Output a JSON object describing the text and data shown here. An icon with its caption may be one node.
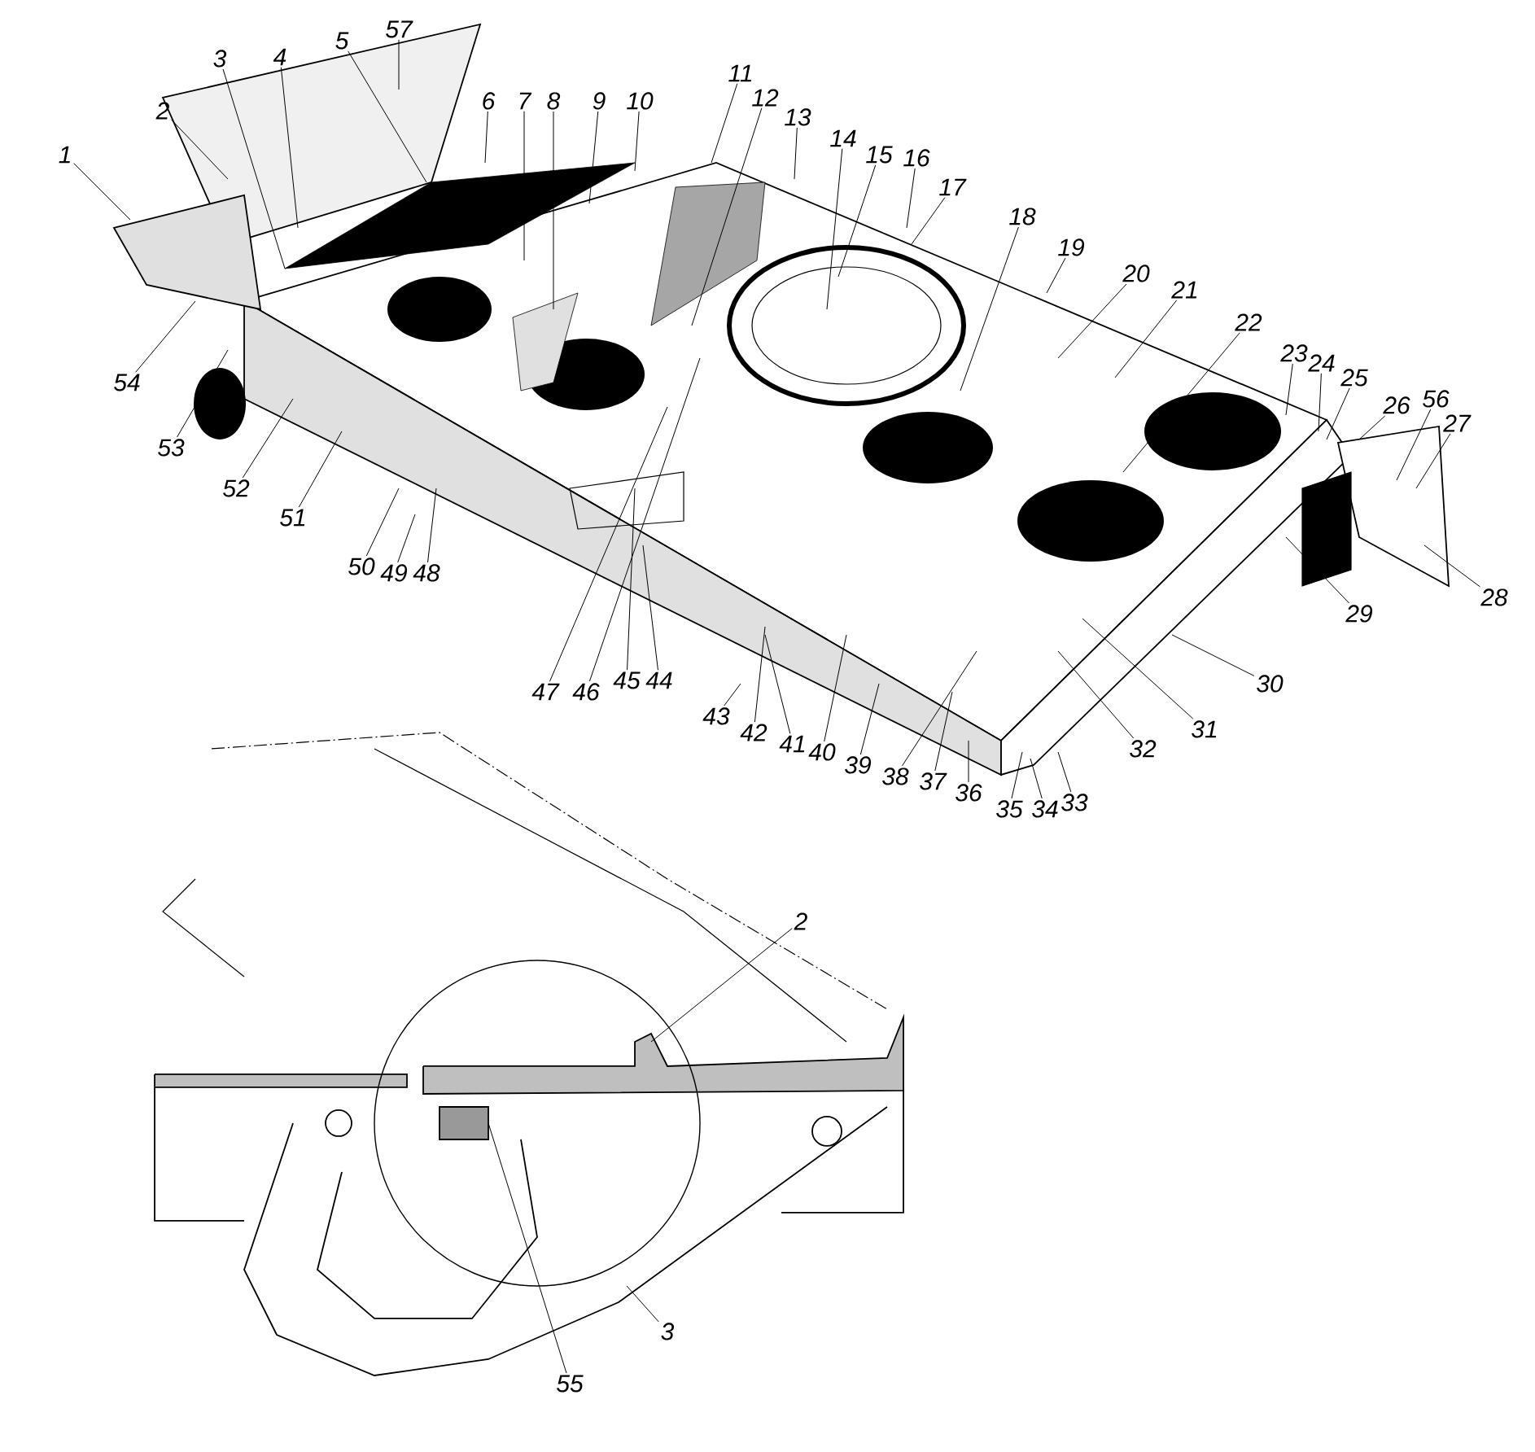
{
  "diagram": {
    "nodes": [
      {
        "text": [
          "1"
        ]
      },
      {
        "text": [
          "2"
        ]
      },
      {
        "text": [
          "3"
        ]
      },
      {
        "text": [
          "4"
        ]
      },
      {
        "text": [
          "5"
        ]
      },
      {
        "text": [
          "57"
        ]
      },
      {
        "text": [
          "6"
        ]
      },
      {
        "text": [
          "7"
        ]
      },
      {
        "text": [
          "8"
        ]
      },
      {
        "text": [
          "9"
        ]
      },
      {
        "text": [
          "10"
        ]
      },
      {
        "text": [
          "11"
        ]
      },
      {
        "text": [
          "12"
        ]
      },
      {
        "text": [
          "13"
        ]
      },
      {
        "text": [
          "14"
        ]
      },
      {
        "text": [
          "15"
        ]
      },
      {
        "text": [
          "16"
        ]
      },
      {
        "text": [
          "17"
        ]
      },
      {
        "text": [
          "18"
        ]
      },
      {
        "text": [
          "19"
        ]
      },
      {
        "text": [
          "20"
        ]
      },
      {
        "text": [
          "21"
        ]
      },
      {
        "text": [
          "22"
        ]
      },
      {
        "text": [
          "23"
        ]
      },
      {
        "text": [
          "24"
        ]
      },
      {
        "text": [
          "25"
        ]
      },
      {
        "text": [
          "26"
        ]
      },
      {
        "text": [
          "56"
        ]
      },
      {
        "text": [
          "27"
        ]
      },
      {
        "text": [
          "28"
        ]
      },
      {
        "text": [
          "29"
        ]
      },
      {
        "text": [
          "30"
        ]
      },
      {
        "text": [
          "31"
        ]
      },
      {
        "text": [
          "32"
        ]
      },
      {
        "text": [
          "33"
        ]
      },
      {
        "text": [
          "34"
        ]
      },
      {
        "text": [
          "35"
        ]
      },
      {
        "text": [
          "36"
        ]
      },
      {
        "text": [
          "37"
        ]
      },
      {
        "text": [
          "38"
        ]
      },
      {
        "text": [
          "39"
        ]
      },
      {
        "text": [
          "40"
        ]
      },
      {
        "text": [
          "41"
        ]
      },
      {
        "text": [
          "42"
        ]
      },
      {
        "text": [
          "43"
        ]
      },
      {
        "text": [
          "44"
        ]
      },
      {
        "text": [
          "45"
        ]
      },
      {
        "text": [
          "46"
        ]
      },
      {
        "text": [
          "47"
        ]
      },
      {
        "text": [
          "48"
        ]
      },
      {
        "text": [
          "49"
        ]
      },
      {
        "text": [
          "50"
        ]
      },
      {
        "text": [
          "51"
        ]
      },
      {
        "text": [
          "52"
        ]
      },
      {
        "text": [
          "53"
        ]
      },
      {
        "text": [
          "54"
        ]
      },
      {
        "text": [
          "2"
        ]
      },
      {
        "text": [
          "55"
        ]
      },
      {
        "text": [
          "3"
        ]
      }
    ],
    "edges": [
      {
        "from": 0,
        "to": null,
        "arrow": "none"
      },
      {
        "from": 1,
        "to": null,
        "arrow": "none"
      },
      {
        "from": 2,
        "to": null,
        "arrow": "none"
      },
      {
        "from": 3,
        "to": null,
        "arrow": "none"
      },
      {
        "from": 4,
        "to": null,
        "arrow": "none"
      },
      {
        "from": 5,
        "to": null,
        "arrow": "none"
      },
      {
        "from": 6,
        "to": null,
        "arrow": "none"
      },
      {
        "from": 7,
        "to": null,
        "arrow": "none"
      },
      {
        "from": 8,
        "to": null,
        "arrow": "none"
      },
      {
        "from": 9,
        "to": null,
        "arrow": "none"
      },
      {
        "from": 10,
        "to": null,
        "arrow": "none"
      },
      {
        "from": 11,
        "to": null,
        "arrow": "none"
      },
      {
        "from": 12,
        "to": null,
        "arrow": "none"
      },
      {
        "from": 13,
        "to": null,
        "arrow": "none"
      },
      {
        "from": 14,
        "to": null,
        "arrow": "none"
      },
      {
        "from": 15,
        "to": null,
        "arrow": "none"
      },
      {
        "from": 16,
        "to": null,
        "arrow": "none"
      },
      {
        "from": 17,
        "to": null,
        "arrow": "none"
      },
      {
        "from": 18,
        "to": null,
        "arrow": "none"
      },
      {
        "from": 19,
        "to": null,
        "arrow": "none"
      },
      {
        "from": 20,
        "to": null,
        "arrow": "none"
      },
      {
        "from": 21,
        "to": null,
        "arrow": "none"
      },
      {
        "from": 22,
        "to": null,
        "arrow": "none"
      },
      {
        "from": 23,
        "to": null,
        "arrow": "none"
      },
      {
        "from": 24,
        "to": null,
        "arrow": "none"
      },
      {
        "from": 25,
        "to": null,
        "arrow": "none"
      },
      {
        "from": 26,
        "to": null,
        "arrow": "none"
      },
      {
        "from": 27,
        "to": null,
        "arrow": "none"
      },
      {
        "from": 28,
        "to": null,
        "arrow": "none"
      },
      {
        "from": 29,
        "to": null,
        "arrow": "none"
      },
      {
        "from": 30,
        "to": null,
        "arrow": "none"
      },
      {
        "from": 31,
        "to": null,
        "arrow": "none"
      },
      {
        "from": 32,
        "to": null,
        "arrow": "none"
      },
      {
        "from": 33,
        "to": null,
        "arrow": "none"
      },
      {
        "from": 34,
        "to": null,
        "arrow": "none"
      },
      {
        "from": 35,
        "to": null,
        "arrow": "none"
      },
      {
        "from": 36,
        "to": null,
        "arrow": "none"
      },
      {
        "from": 37,
        "to": null,
        "arrow": "none"
      },
      {
        "from": 38,
        "to": null,
        "arrow": "none"
      },
      {
        "from": 39,
        "to": null,
        "arrow": "none"
      },
      {
        "from": 40,
        "to": null,
        "arrow": "none"
      },
      {
        "from": 41,
        "to": null,
        "arrow": "none"
      },
      {
        "from": 42,
        "to": null,
        "arrow": "none"
      },
      {
        "from": 43,
        "to": null,
        "arrow": "none"
      },
      {
        "from": 44,
        "to": null,
        "arrow": "none"
      },
      {
        "from": 45,
        "to": null,
        "arrow": "none"
      },
      {
        "from": 46,
        "to": null,
        "arrow": "none"
      },
      {
        "from": 47,
        "to": null,
        "arrow": "none"
      },
      {
        "from": 48,
        "to": null,
        "arrow": "none"
      },
      {
        "from": 49,
        "to": null,
        "arrow": "none"
      },
      {
        "from": 50,
        "to": null,
        "arrow": "none"
      },
      {
        "from": 51,
        "to": null,
        "arrow": "none"
      },
      {
        "from": 52,
        "to": null,
        "arrow": "none"
      },
      {
        "from": 53,
        "to": null,
        "arrow": "none"
      },
      {
        "from": 54,
        "to": null,
        "arrow": "none"
      },
      {
        "from": 55,
        "to": null,
        "arrow": "none"
      },
      {
        "from": 56,
        "to": null,
        "arrow": "none"
      },
      {
        "from": 57,
        "to": null,
        "arrow": "none"
      },
      {
        "from": 58,
        "to": null,
        "arrow": "none"
      }
    ]
  }
}
